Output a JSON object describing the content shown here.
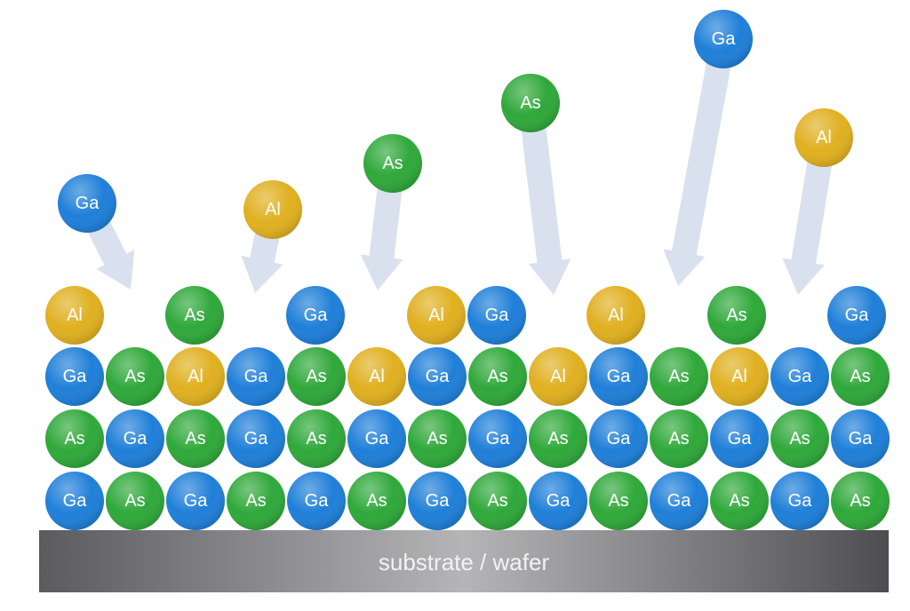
{
  "colors": {
    "Ga": "#1f7fd8",
    "As": "#2fa83a",
    "Al": "#e0b020",
    "arrow": "#d9e1ee",
    "substrate": "#6e6e72"
  },
  "substrate": {
    "label": "substrate / wafer"
  },
  "lattice_rows": [
    [
      "Ga",
      "As",
      "Ga",
      "As",
      "Ga",
      "As",
      "Ga",
      "As",
      "Ga",
      "As",
      "Ga",
      "As",
      "Ga",
      "As"
    ],
    [
      "As",
      "Ga",
      "As",
      "Ga",
      "As",
      "Ga",
      "As",
      "Ga",
      "As",
      "Ga",
      "As",
      "Ga",
      "As",
      "Ga"
    ],
    [
      "Ga",
      "As",
      "Al",
      "Ga",
      "As",
      "Al",
      "Ga",
      "As",
      "Al",
      "Ga",
      "As",
      "Al",
      "Ga",
      "As"
    ]
  ],
  "surface_atoms": [
    "Al",
    "As",
    "Ga",
    "Al",
    "Ga",
    "Al",
    "As",
    "Ga"
  ],
  "incoming_atoms": [
    "Ga",
    "Al",
    "As",
    "As",
    "Ga",
    "Al"
  ]
}
